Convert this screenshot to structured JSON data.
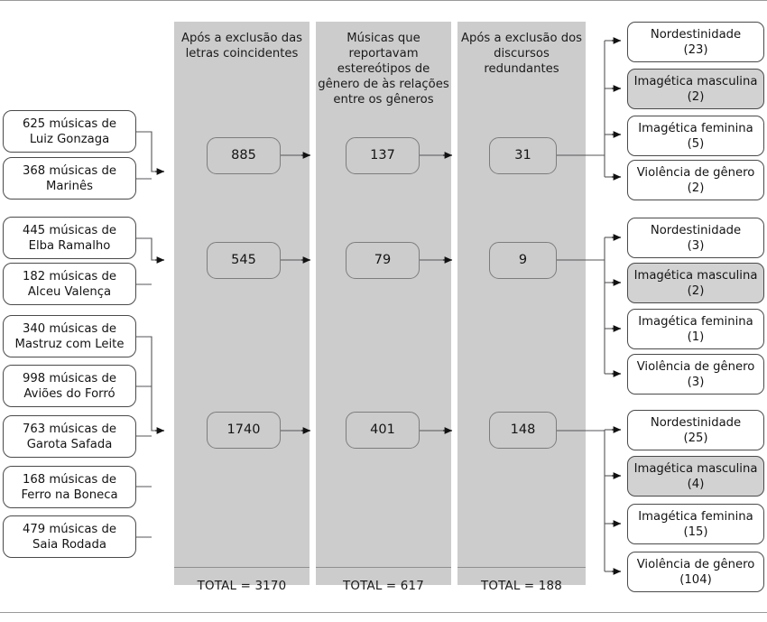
{
  "figure": {
    "type": "flowchart",
    "title": "",
    "colors": {
      "column_bg": "#cccccc",
      "shaded_box_bg": "#d2d2d2",
      "box_border": "#4a4a4a",
      "page_bg": "#ffffff",
      "rule": "#9a9a9a"
    }
  },
  "sources": {
    "groups": [
      {
        "id": "group-1",
        "items": [
          {
            "label": "625 músicas de\nLuiz Gonzaga",
            "count": 625,
            "artist": "Luiz Gonzaga"
          },
          {
            "label": "368 músicas de\nMarinês",
            "count": 368,
            "artist": "Marinês"
          }
        ]
      },
      {
        "id": "group-2",
        "items": [
          {
            "label": "445 músicas de\nElba Ramalho",
            "count": 445,
            "artist": "Elba Ramalho"
          },
          {
            "label": "182 músicas de\nAlceu Valença",
            "count": 182,
            "artist": "Alceu Valença"
          }
        ]
      },
      {
        "id": "group-3",
        "items": [
          {
            "label": "340 músicas de\nMastruz com Leite",
            "count": 340,
            "artist": "Mastruz com Leite"
          },
          {
            "label": "998 músicas de\nAviões do Forró",
            "count": 998,
            "artist": "Aviões do Forró"
          },
          {
            "label": "763 músicas de\nGarota Safada",
            "count": 763,
            "artist": "Garota Safada"
          },
          {
            "label": "168 músicas de\nFerro na Boneca",
            "count": 168,
            "artist": "Ferro na Boneca"
          },
          {
            "label": "479 músicas de\nSaia Rodada",
            "count": 479,
            "artist": "Saia Rodada"
          }
        ]
      }
    ]
  },
  "stages": [
    {
      "id": "stage-1",
      "header": "Após a exclusão\ndas letras\ncoincidentes",
      "values": [
        "885",
        "545",
        "1740"
      ],
      "total_label": "TOTAL = 3170",
      "total": 3170
    },
    {
      "id": "stage-2",
      "header": "Músicas que\nreportavam\nestereótipos de\ngênero de às relações\nentre os gêneros",
      "values": [
        "137",
        "79",
        "401"
      ],
      "total_label": "TOTAL = 617",
      "total": 617
    },
    {
      "id": "stage-3",
      "header": "Após a exclusão\ndos discursos\nredundantes",
      "values": [
        "31",
        "9",
        "148"
      ],
      "total_label": "TOTAL = 188",
      "total": 188
    }
  ],
  "outcomes": {
    "groups": [
      {
        "id": "outcome-group-1",
        "items": [
          {
            "label": "Nordestinidade\n(23)",
            "category": "Nordestinidade",
            "count": 23,
            "shaded": false
          },
          {
            "label": "Imagética masculina\n(2)",
            "category": "Imagética masculina",
            "count": 2,
            "shaded": true
          },
          {
            "label": "Imagética feminina\n(5)",
            "category": "Imagética feminina",
            "count": 5,
            "shaded": false
          },
          {
            "label": "Violência de gênero\n(2)",
            "category": "Violência de gênero",
            "count": 2,
            "shaded": false
          }
        ]
      },
      {
        "id": "outcome-group-2",
        "items": [
          {
            "label": "Nordestinidade\n(3)",
            "category": "Nordestinidade",
            "count": 3,
            "shaded": false
          },
          {
            "label": "Imagética masculina\n(2)",
            "category": "Imagética masculina",
            "count": 2,
            "shaded": true
          },
          {
            "label": "Imagética feminina\n(1)",
            "category": "Imagética feminina",
            "count": 1,
            "shaded": false
          },
          {
            "label": "Violência de gênero\n(3)",
            "category": "Violência de gênero",
            "count": 3,
            "shaded": false
          }
        ]
      },
      {
        "id": "outcome-group-3",
        "items": [
          {
            "label": "Nordestinidade\n(25)",
            "category": "Nordestinidade",
            "count": 25,
            "shaded": false
          },
          {
            "label": "Imagética masculina\n(4)",
            "category": "Imagética masculina",
            "count": 4,
            "shaded": true
          },
          {
            "label": "Imagética feminina\n(15)",
            "category": "Imagética feminina",
            "count": 15,
            "shaded": false
          },
          {
            "label": "Violência de gênero\n(104)",
            "category": "Violência de gênero",
            "count": 104,
            "shaded": false
          }
        ]
      }
    ]
  }
}
